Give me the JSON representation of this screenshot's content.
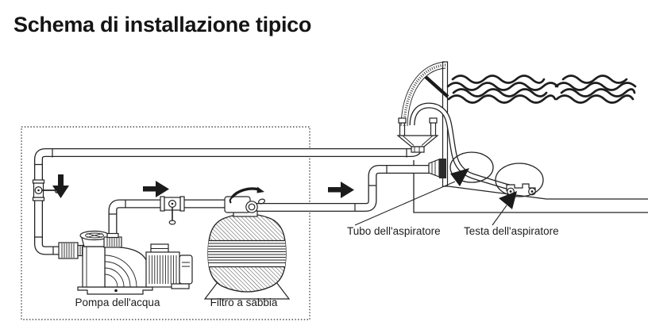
{
  "title": "Schema di installazione tipico",
  "diagram": {
    "labels": {
      "pump": "Pompa dell'acqua",
      "sand_filter": "Filtro a sabbia",
      "vacuum_tube": "Tubo dell'aspiratore",
      "vacuum_head": "Testa dell'aspiratore"
    },
    "symbols": {
      "flow_arrow_down": "solid black arrow pointing down on suction line",
      "flow_arrow_right_1": "solid black arrow pointing right above pump-filter valve",
      "flow_arrow_right_2": "solid black arrow pointing right on return line",
      "pointer_arrow_tube": "solid black arrow pointing to vacuum hose",
      "pointer_arrow_head": "solid black arrow pointing to vacuum head"
    },
    "colors": {
      "ink": "#232323",
      "background": "#ffffff"
    }
  }
}
